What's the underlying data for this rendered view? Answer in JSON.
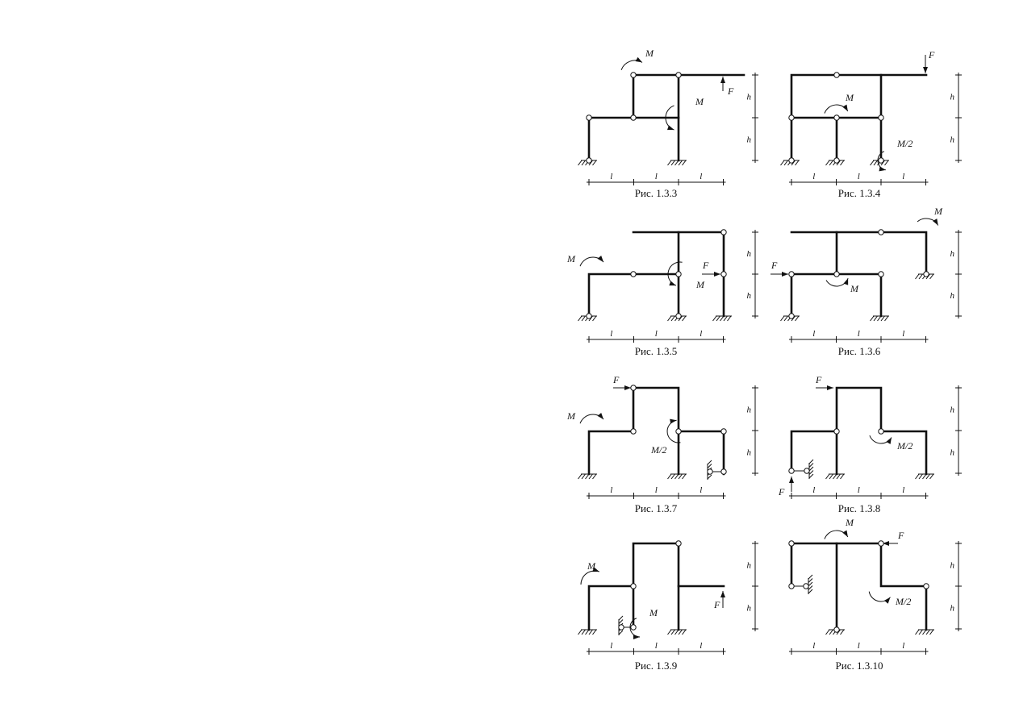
{
  "labels": {
    "force": "F",
    "moment": "M",
    "half_moment": "M/2",
    "span": "l",
    "height": "h"
  },
  "figures": [
    {
      "id": "1.3.3",
      "caption": "Рис. 1.3.3"
    },
    {
      "id": "1.3.4",
      "caption": "Рис. 1.3.4"
    },
    {
      "id": "1.3.5",
      "caption": "Рис. 1.3.5"
    },
    {
      "id": "1.3.6",
      "caption": "Рис. 1.3.6"
    },
    {
      "id": "1.3.7",
      "caption": "Рис. 1.3.7"
    },
    {
      "id": "1.3.8",
      "caption": "Рис. 1.3.8"
    },
    {
      "id": "1.3.9",
      "caption": "Рис. 1.3.9"
    },
    {
      "id": "1.3.10",
      "caption": "Рис. 1.3.10"
    }
  ]
}
